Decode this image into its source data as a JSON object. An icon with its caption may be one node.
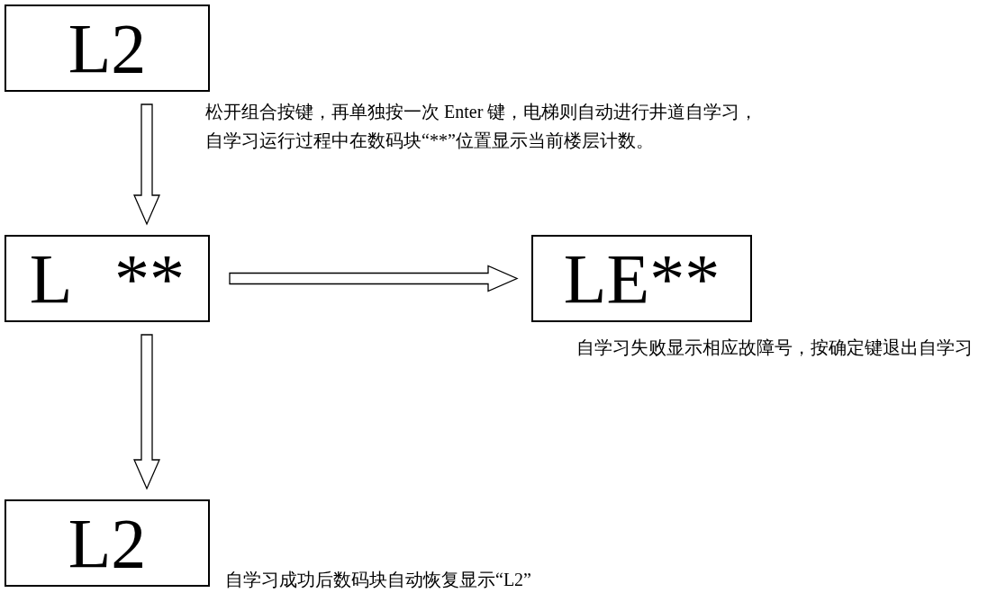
{
  "diagram": {
    "nodes": [
      {
        "text": [
          "L2"
        ]
      },
      {
        "text": [
          "L **"
        ]
      },
      {
        "text": [
          "LE**"
        ],
        "beside": [
          "自学习失败显示相应故障号，按确定键退出自学习"
        ]
      },
      {
        "text": [
          "L2"
        ],
        "beside": [
          "自学习成功后数码块自动恢复显示“L2”"
        ]
      }
    ],
    "edges": [
      {
        "from": 0,
        "to": 1,
        "arrow": "to",
        "label": "松开组合按键，再单独按一次 Enter 键，电梯则自动进行井道自学习，自学习运行过程中在数码块“**”位置显示当前楼层计数。"
      },
      {
        "from": 1,
        "to": 2,
        "arrow": "to"
      },
      {
        "from": 1,
        "to": 3,
        "arrow": "to"
      }
    ]
  }
}
